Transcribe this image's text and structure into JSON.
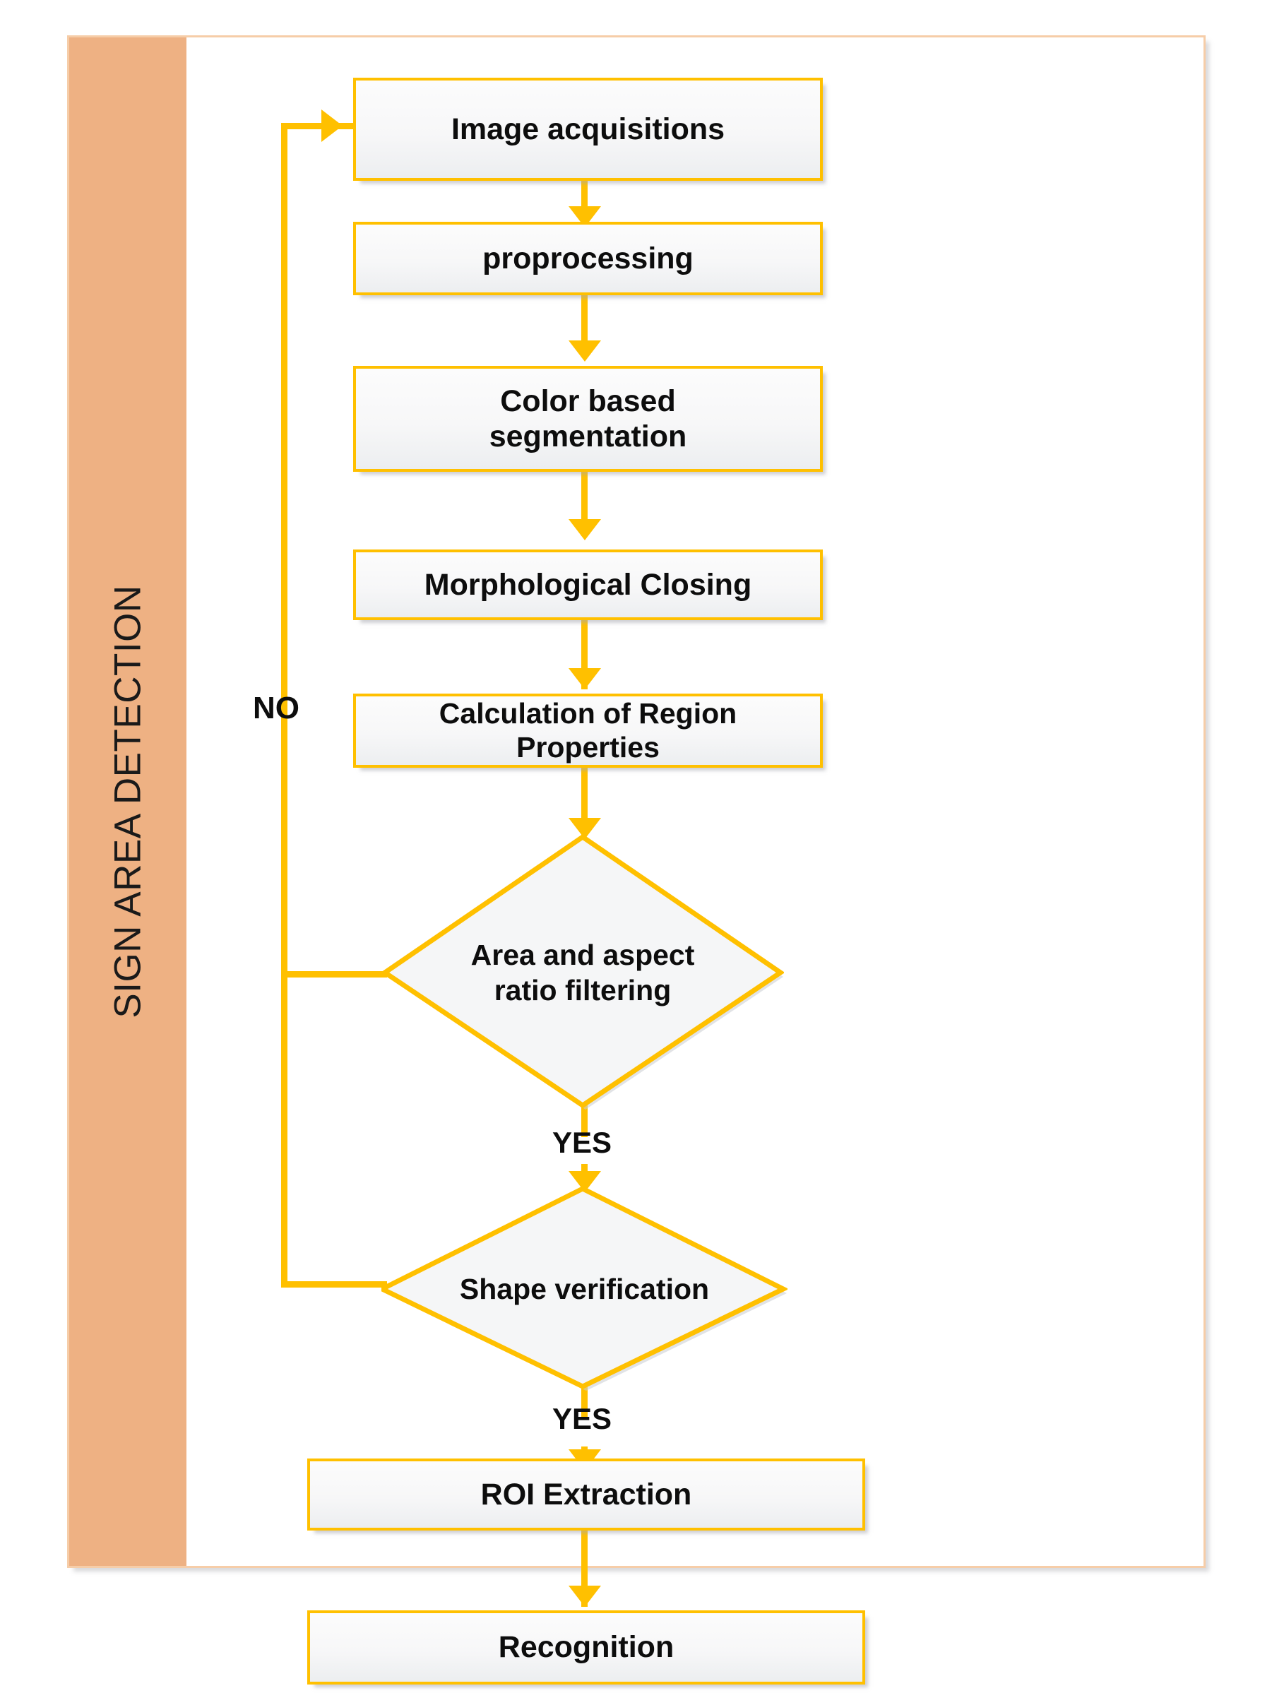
{
  "diagram": {
    "title": "SIGN AREA DETECTION",
    "accent_color": "#ffc000",
    "band_color": "#eeb183",
    "frame_border_color": "#f6cda8",
    "node_fill_color": "#f5f6f7",
    "text_color": "#0d0d0d",
    "nodes": [
      {
        "id": "image-acquisitions",
        "type": "process",
        "label": "Image acquisitions"
      },
      {
        "id": "proprocessing",
        "type": "process",
        "label": "proprocessing"
      },
      {
        "id": "color-segmentation",
        "type": "process",
        "label": "Color based\nsegmentation",
        "line1": "Color based",
        "line2": "segmentation"
      },
      {
        "id": "morphological-closing",
        "type": "process",
        "label": "Morphological Closing"
      },
      {
        "id": "region-properties",
        "type": "process",
        "label": "Calculation of Region\nProperties",
        "line1": "Calculation of Region",
        "line2": "Properties"
      },
      {
        "id": "area-aspect-filter",
        "type": "decision",
        "label": "Area and aspect\nratio filtering",
        "line1": "Area and aspect",
        "line2": "ratio filtering"
      },
      {
        "id": "shape-verification",
        "type": "decision",
        "label": "Shape verification"
      },
      {
        "id": "roi-extraction",
        "type": "process",
        "label": "ROI Extraction"
      },
      {
        "id": "recognition",
        "type": "process",
        "label": "Recognition"
      }
    ],
    "edge_labels": {
      "no": "NO",
      "yes_filter": "YES",
      "yes_shape": "YES"
    }
  }
}
